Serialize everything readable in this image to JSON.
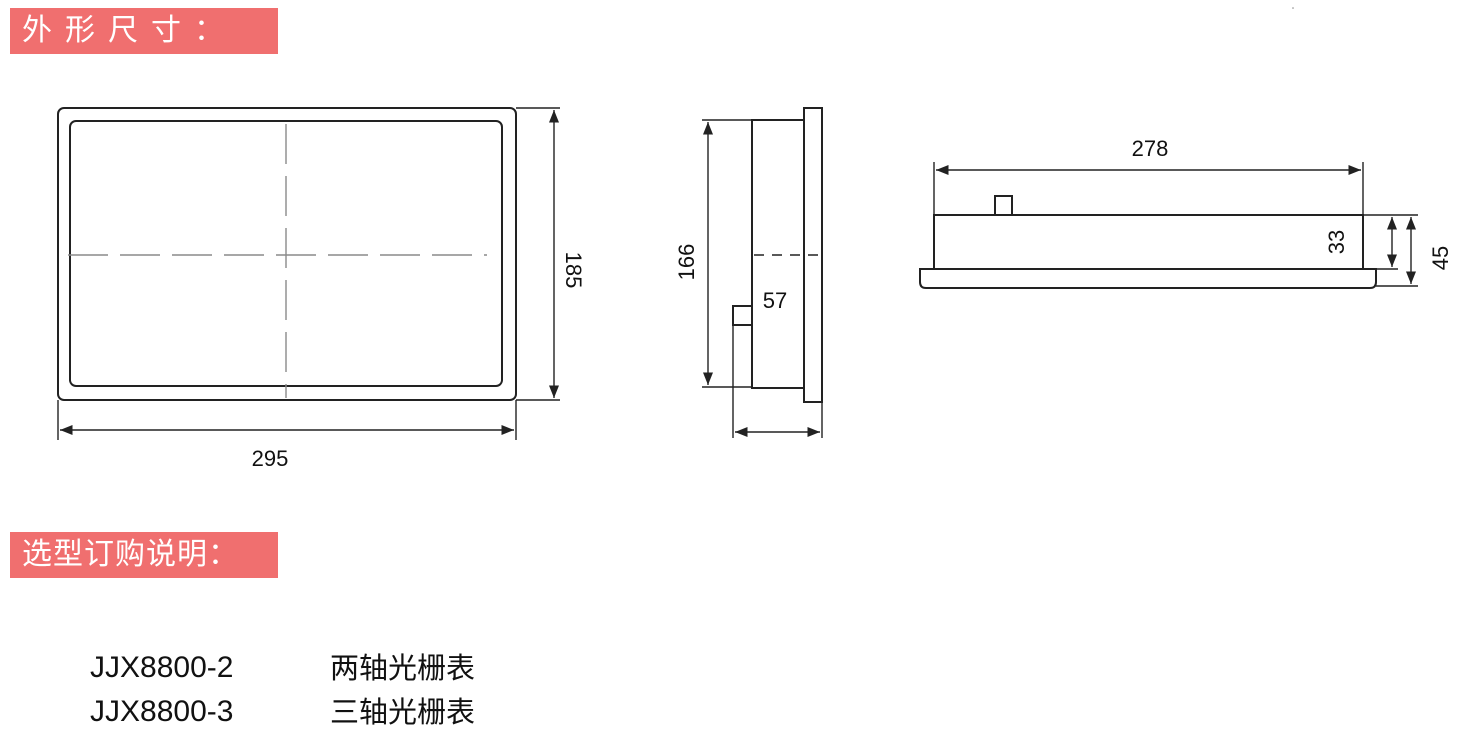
{
  "sections": {
    "dimensions_title": "外形尺寸：",
    "ordering_title": "选型订购说明："
  },
  "dimensions": {
    "front_width": "295",
    "front_height": "185",
    "side_height": "166",
    "side_depth": "57",
    "top_width": "278",
    "top_depth_body": "33",
    "top_depth_total": "45"
  },
  "models": [
    {
      "code": "JJX8800-2",
      "desc": "两轴光栅表"
    },
    {
      "code": "JJX8800-3",
      "desc": "三轴光栅表"
    }
  ],
  "colors": {
    "banner": "#f06f6f",
    "line": "#222222",
    "centerline": "#8a8a8a"
  }
}
